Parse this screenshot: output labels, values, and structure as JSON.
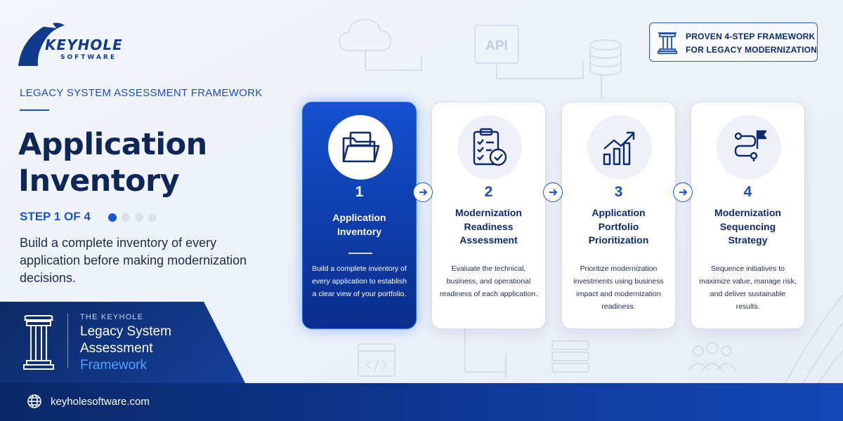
{
  "brand": {
    "name": "KEYHOLE",
    "sub": "SOFTWARE",
    "accent": "#1a56d6",
    "navy": "#0f2658",
    "logo_color": "#123a8c"
  },
  "hero": {
    "eyebrow": "LEGACY SYSTEM ASSESSMENT FRAMEWORK",
    "headline_line1": "Application",
    "headline_line2": "Inventory",
    "step_label": "STEP 1 OF 4",
    "step_current": 1,
    "step_total": 4,
    "description": "Build a complete inventory of every application before making modernization decisions."
  },
  "panel": {
    "kicker": "THE KEYHOLE",
    "title_line1": "Legacy System",
    "title_line2": "Assessment",
    "title_line3": "Framework",
    "icon": "pillar-icon"
  },
  "badge": {
    "line1": "PROVEN 4-STEP FRAMEWORK",
    "line2": "FOR LEGACY MODERNIZATION",
    "icon": "pillar-icon"
  },
  "background": {
    "api_label": "API"
  },
  "steps": [
    {
      "number": "1",
      "title": "Application Inventory",
      "description": "Build a complete inventory of every application to establish a clear view of your portfolio.",
      "icon": "folder-icon",
      "active": true
    },
    {
      "number": "2",
      "title": "Modernization Readiness Assessment",
      "description": "Evaluate the technical, business, and operational readiness of each application.",
      "icon": "clipboard-check-icon",
      "active": false
    },
    {
      "number": "3",
      "title": "Application Portfolio Prioritization",
      "description": "Prioritize modernization investments using business impact and modernization readiness.",
      "icon": "growth-chart-icon",
      "active": false
    },
    {
      "number": "4",
      "title": "Modernization Sequencing Strategy",
      "description": "Sequence initiatives to maximize value, manage risk, and deliver sustainable results.",
      "icon": "route-flag-icon",
      "active": false
    }
  ],
  "footer": {
    "url": "keyholesoftware.com",
    "icon": "globe-icon"
  }
}
